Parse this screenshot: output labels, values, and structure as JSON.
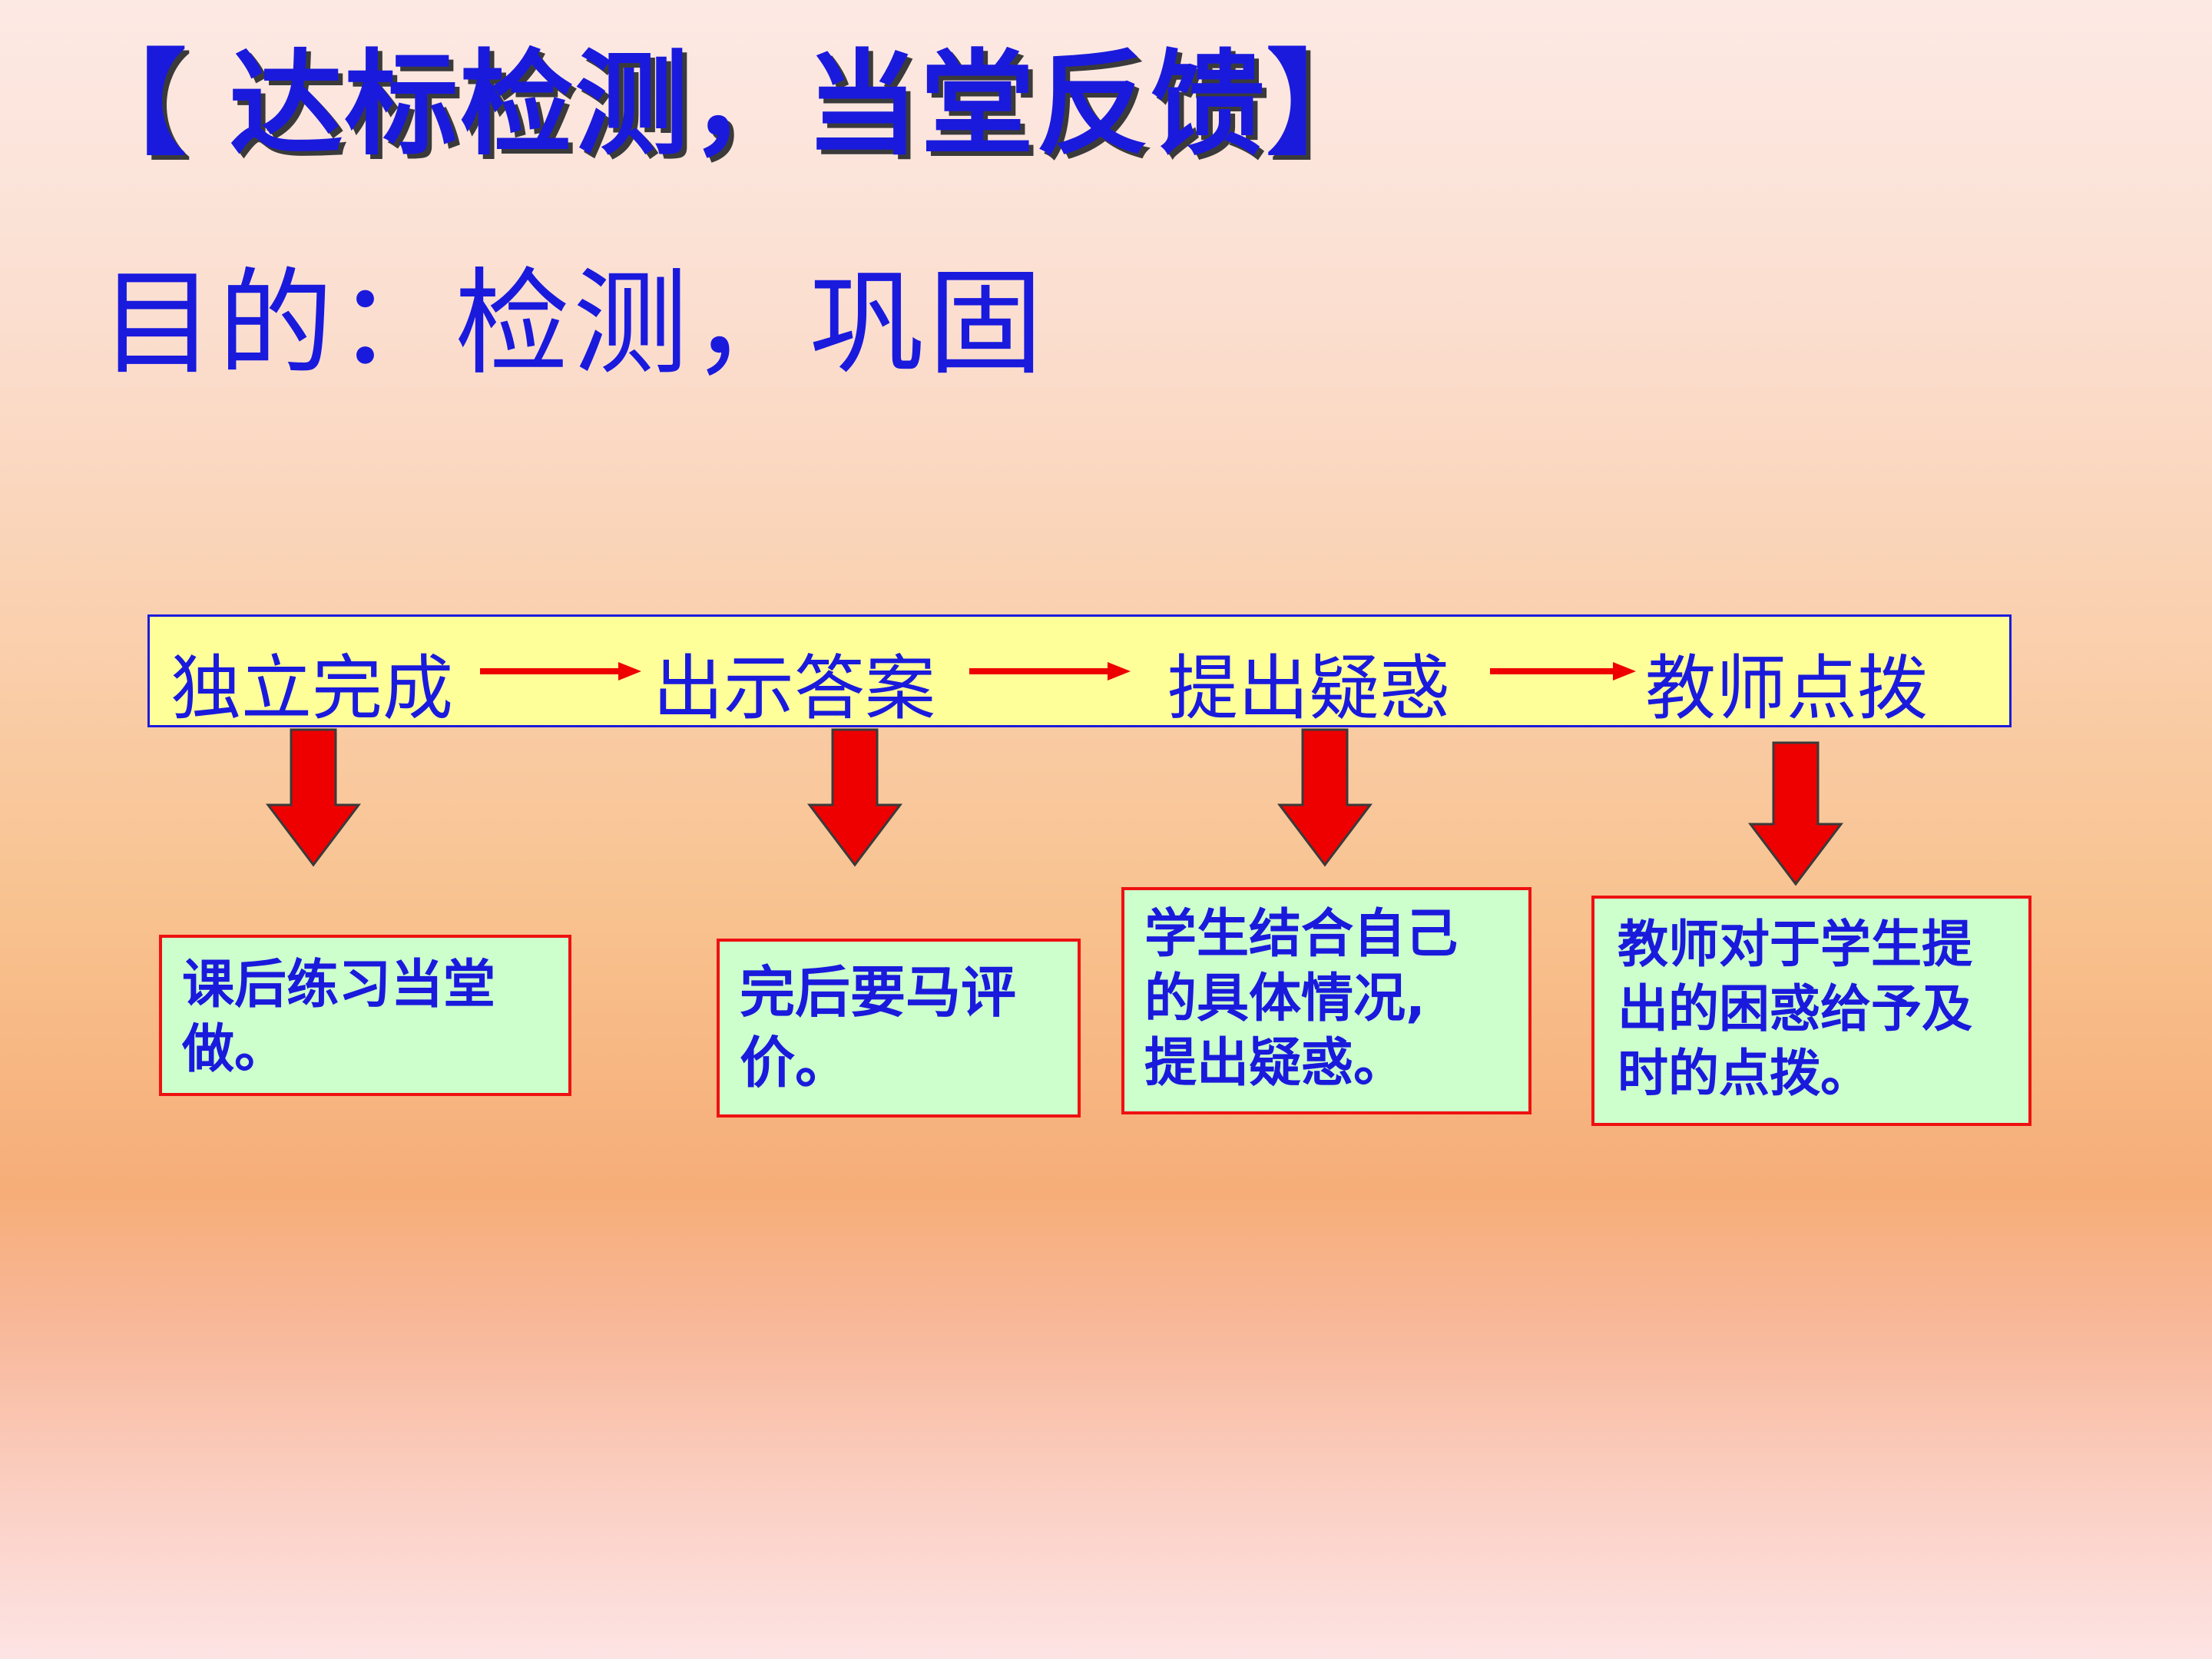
{
  "title": "【 达标检测，当堂反馈】",
  "subtitle": "目的：检测，巩固",
  "flow": {
    "steps": [
      "独立完成",
      "出示答案",
      "提出疑惑",
      "教师点拨"
    ]
  },
  "boxes": [
    {
      "lines": [
        "课后练习当堂",
        "做。"
      ]
    },
    {
      "lines": [
        "完后要马评",
        "价。"
      ]
    },
    {
      "lines": [
        "学生结合自己",
        "的具体情况,",
        "提出疑惑。"
      ]
    },
    {
      "lines": [
        "教师对于学生提",
        "出的困惑给予及",
        "时的点拨。"
      ]
    }
  ],
  "colors": {
    "title": "#1a1add",
    "bar_fill": "#ffff99",
    "box_fill": "#ccffcc",
    "box_border": "#ee1111",
    "arrow": "#ee0000"
  }
}
